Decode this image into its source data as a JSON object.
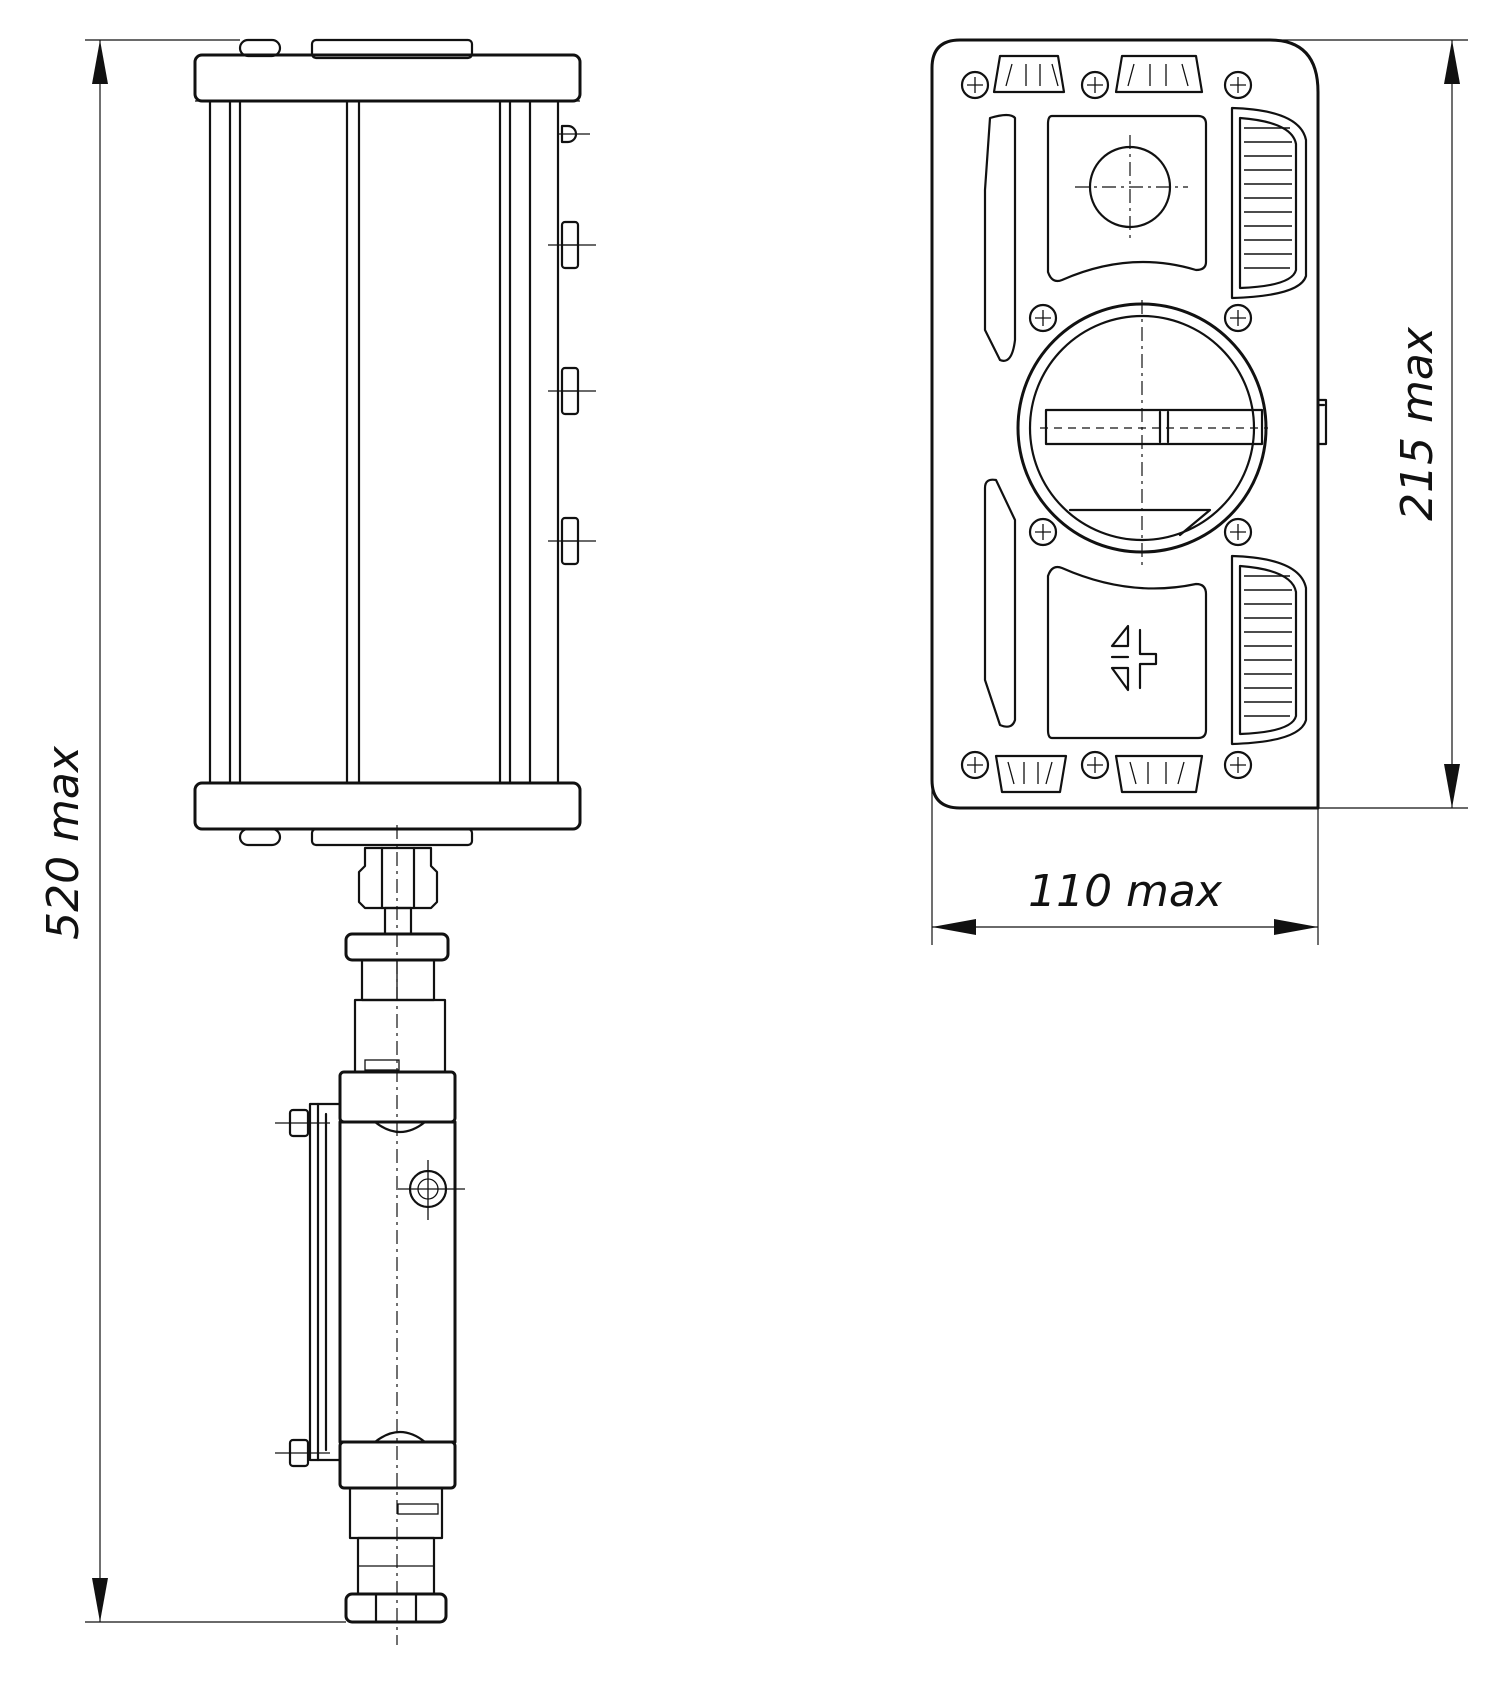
{
  "dimensions": {
    "overall_length": "520 max",
    "height": "215 max",
    "width": "110 max"
  }
}
